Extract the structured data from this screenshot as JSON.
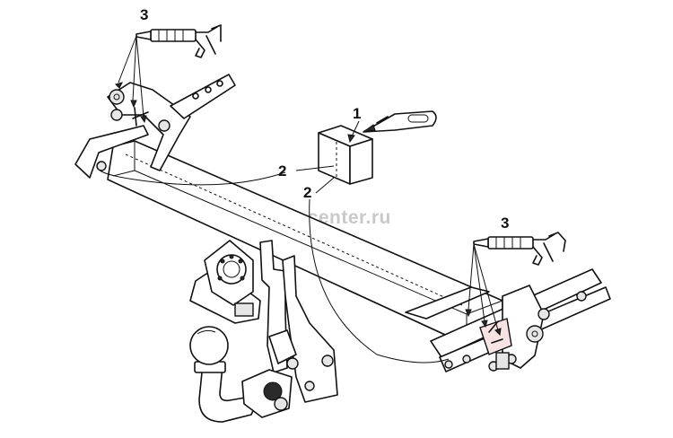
{
  "watermark": "farkop-center.ru",
  "callouts": {
    "sealant_left": "3",
    "marker": "1",
    "torque_left": "2",
    "torque_right": "2",
    "sealant_right": "3"
  },
  "colors": {
    "line": "#111111",
    "watermark": "#c9c9c9",
    "highlight_fill": "#f7e3e1",
    "part_fill": "#e6e6e6"
  },
  "icons": {
    "sealant_gun": "sealant-gun-icon",
    "marker_tool": "marker-icon",
    "torque_block": "block-icon"
  }
}
